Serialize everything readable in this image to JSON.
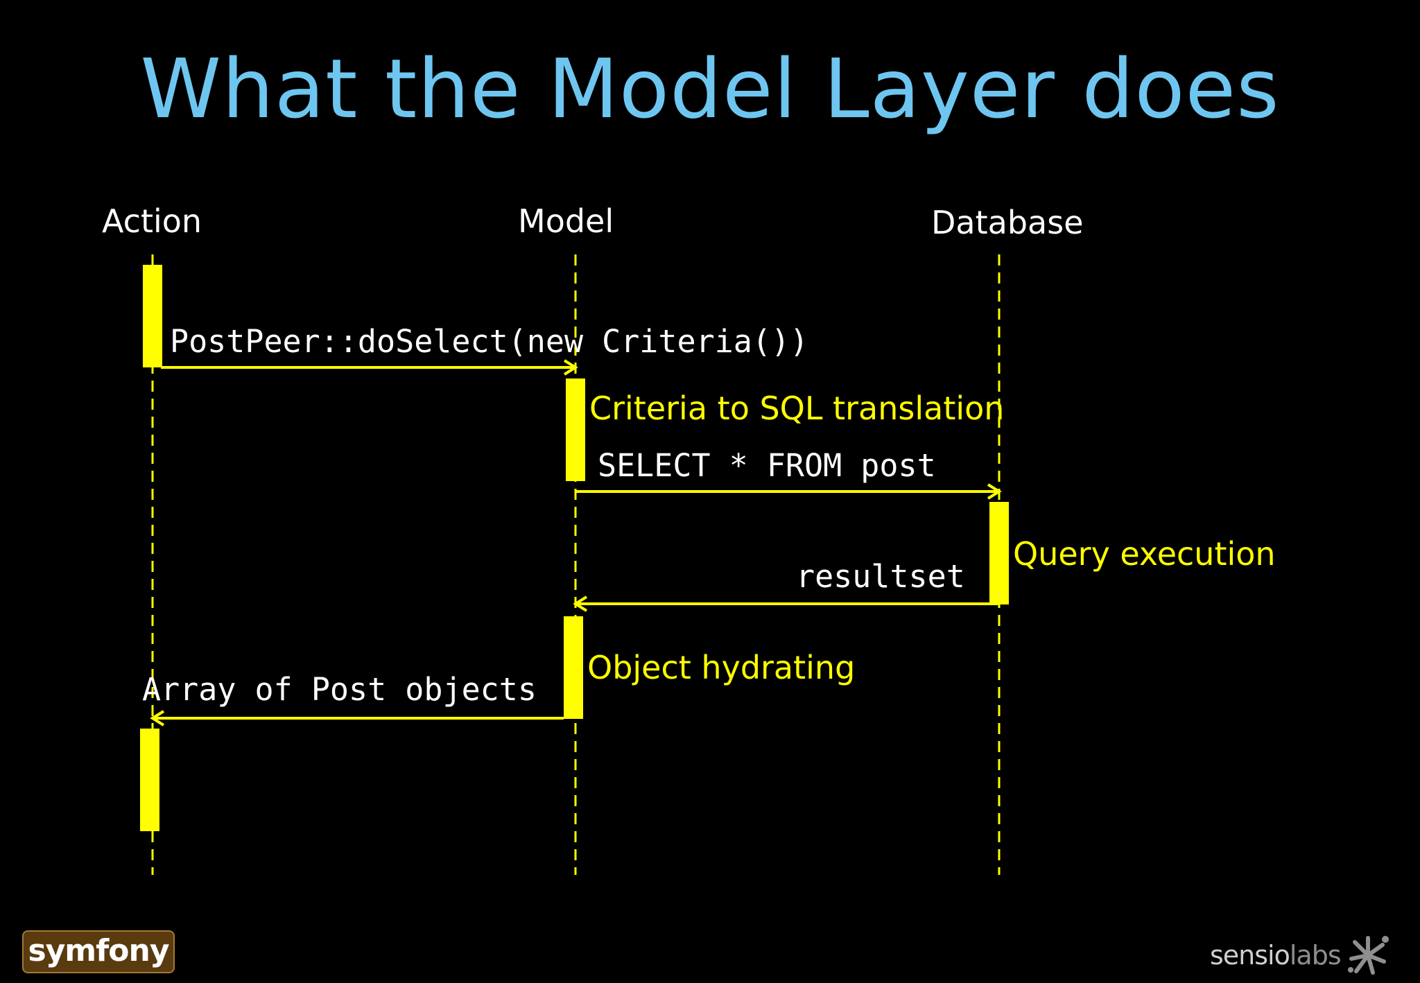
{
  "title": "What the Model Layer does",
  "lifelines": [
    {
      "label": "Action"
    },
    {
      "label": "Model"
    },
    {
      "label": "Database"
    }
  ],
  "messages": [
    {
      "label": "PostPeer::doSelect(new Criteria())",
      "from": "Action",
      "to": "Model"
    },
    {
      "label": "SELECT * FROM post",
      "from": "Model",
      "to": "Database"
    },
    {
      "label": "resultset",
      "from": "Database",
      "to": "Model"
    },
    {
      "label": "Array of Post objects",
      "from": "Model",
      "to": "Action"
    }
  ],
  "steps": [
    {
      "label": "Criteria to SQL translation",
      "lifeline": "Model"
    },
    {
      "label": "Query execution",
      "lifeline": "Database"
    },
    {
      "label": "Object hydrating",
      "lifeline": "Model"
    }
  ],
  "logos": {
    "symfony": "symfony",
    "sensio_part1": "sensio",
    "sensio_part2": "labs"
  },
  "colors": {
    "background": "#000000",
    "title": "#6ec6f0",
    "diagram": "#ffff00",
    "lifeline_label": "#ffffff",
    "message_label": "#ffffff",
    "step_label": "#ffff00",
    "symfony_bg": "#5a3b10",
    "symfony_text": "#ffffff",
    "sensio_text": "#cfcfcf",
    "sensio_labs_text": "#8f8f8f"
  },
  "icons": {
    "sensio_mark": "asterisk-logo-icon"
  }
}
